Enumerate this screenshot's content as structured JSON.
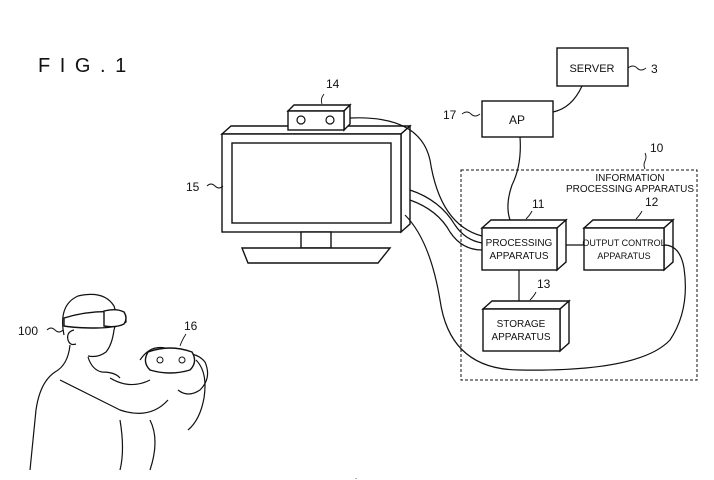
{
  "figure": {
    "title": "F I G . 1"
  },
  "labels": {
    "server": "SERVER",
    "ap": "AP",
    "info_line1": "INFORMATION",
    "info_line2": "PROCESSING APPARATUS",
    "processing_line1": "PROCESSING",
    "processing_line2": "APPARATUS",
    "output_line1": "OUTPUT CONTROL",
    "output_line2": "APPARATUS",
    "storage_line1": "STORAGE",
    "storage_line2": "APPARATUS"
  },
  "reference_numerals": {
    "server": "3",
    "info": "10",
    "processing": "11",
    "output": "12",
    "storage": "13",
    "camera": "14",
    "display": "15",
    "controller": "16",
    "ap": "17",
    "user": "100"
  }
}
